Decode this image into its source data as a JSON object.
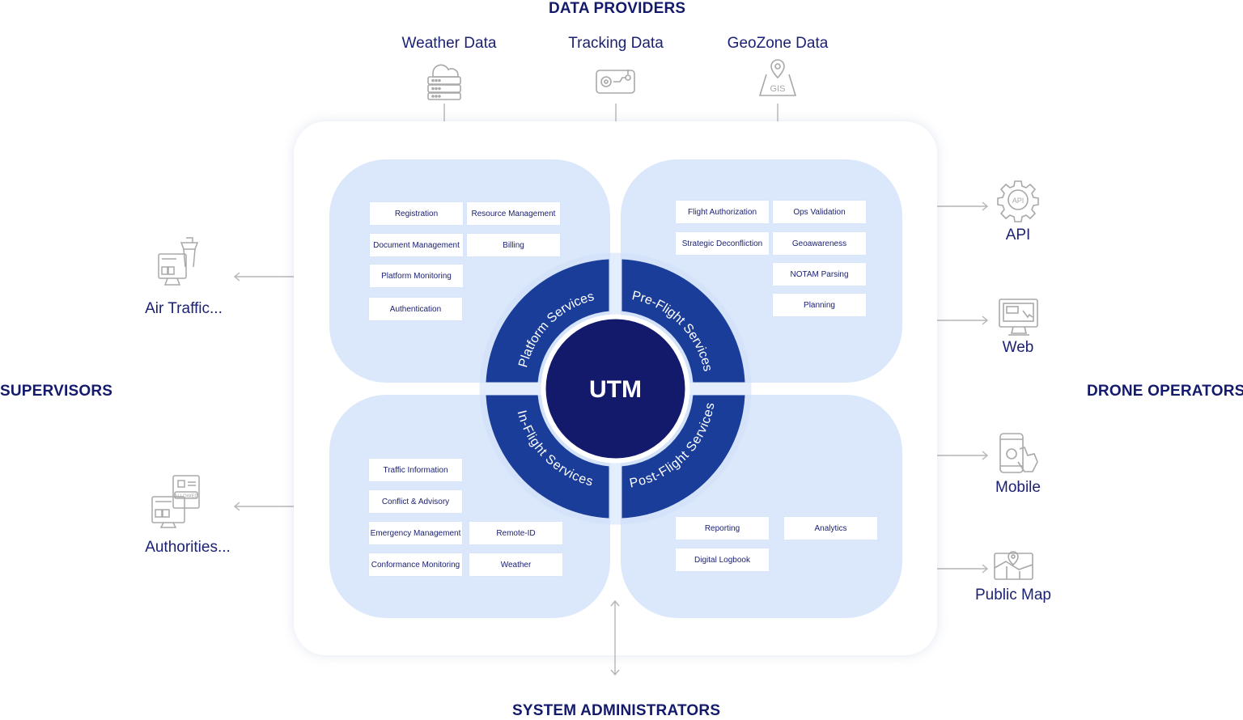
{
  "headers": {
    "data_providers": "DATA PROVIDERS",
    "supervisors": "SUPERVISORS",
    "drone_operators": "DRONE OPERATORS",
    "system_admins": "SYSTEM ADMINISTRATORS"
  },
  "providers": [
    {
      "label": "Weather Data",
      "icon": "weather-server-icon"
    },
    {
      "label": "Tracking Data",
      "icon": "tracking-device-icon"
    },
    {
      "label": "GeoZone Data",
      "icon": "gis-map-icon"
    }
  ],
  "supervisors": [
    {
      "label": "Air Traffic...",
      "icon": "control-tower-icon"
    },
    {
      "label": "Authorities...",
      "icon": "allowed-document-icon"
    }
  ],
  "operators": [
    {
      "label": "API",
      "icon": "api-gear-icon"
    },
    {
      "label": "Web",
      "icon": "monitor-icon"
    },
    {
      "label": "Mobile",
      "icon": "mobile-touch-icon"
    },
    {
      "label": "Public Map",
      "icon": "map-pin-icon"
    }
  ],
  "core": {
    "center": "UTM",
    "rings": {
      "platform": "Platform Services",
      "preflight": "Pre-Flight Services",
      "inflight": "In-Flight Services",
      "postflight": "Post-Flight Services"
    }
  },
  "platform_services": [
    "Registration",
    "Resource Management",
    "Document Management",
    "Billing",
    "Platform Monitoring",
    "Authentication"
  ],
  "preflight_services": [
    "Flight Authorization",
    "Ops Validation",
    "Strategic Deconfliction",
    "Geoawareness",
    "NOTAM Parsing",
    "Planning"
  ],
  "inflight_services": [
    "Traffic Information",
    "Conflict & Advisory",
    "Emergency Management",
    "Remote-ID",
    "Conformance Monitoring",
    "Weather"
  ],
  "postflight_services": [
    "Reporting",
    "Analytics",
    "Digital Logbook"
  ],
  "colors": {
    "navy": "#141a6b",
    "ring_blue": "#1a3d99",
    "quadrant_fill": "#dbe8fb",
    "arrow_gray": "#b5b5b5",
    "icon_gray": "#a8a8a8"
  }
}
